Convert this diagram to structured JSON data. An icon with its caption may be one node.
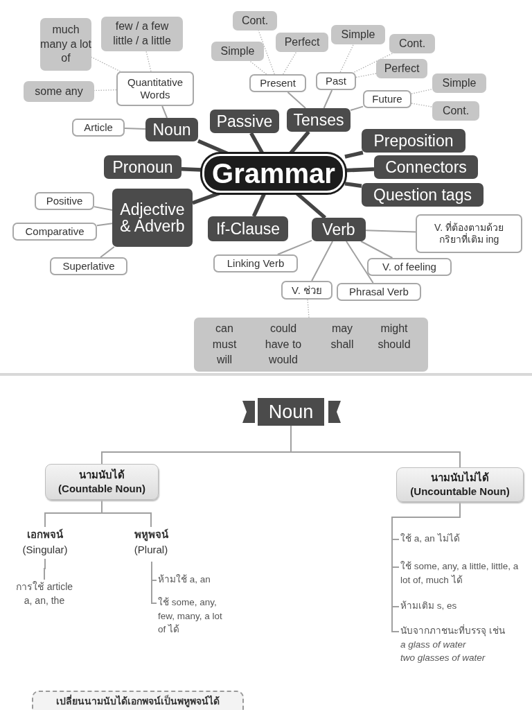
{
  "diagram": {
    "nodes": [
      {
        "text": [
          "Grammar"
        ]
      },
      {
        "text": [
          "Noun"
        ]
      },
      {
        "text": [
          "Passive"
        ]
      },
      {
        "text": [
          "Tenses"
        ]
      },
      {
        "text": [
          "Pronoun"
        ]
      },
      {
        "text": [
          "Adjective & Adverb"
        ]
      },
      {
        "text": [
          "If-Clause"
        ]
      },
      {
        "text": [
          "Verb"
        ]
      },
      {
        "text": [
          "Preposition"
        ]
      },
      {
        "text": [
          "Connectors"
        ]
      },
      {
        "text": [
          "Question tags"
        ]
      },
      {
        "text": [
          "Article"
        ]
      },
      {
        "text": [
          "Quantitative Words"
        ]
      },
      {
        "text": [
          "much many a lot of"
        ]
      },
      {
        "text": [
          "few / a few little / a little"
        ]
      },
      {
        "text": [
          "some any"
        ]
      },
      {
        "text": [
          "Present"
        ]
      },
      {
        "text": [
          "Past"
        ]
      },
      {
        "text": [
          "Future"
        ]
      },
      {
        "text": [
          "Cont."
        ]
      },
      {
        "text": [
          "Simple"
        ]
      },
      {
        "text": [
          "Perfect"
        ]
      },
      {
        "text": [
          "Simple"
        ]
      },
      {
        "text": [
          "Cont."
        ]
      },
      {
        "text": [
          "Perfect"
        ]
      },
      {
        "text": [
          "Simple"
        ]
      },
      {
        "text": [
          "Cont."
        ]
      },
      {
        "text": [
          "Positive"
        ]
      },
      {
        "text": [
          "Comparative"
        ]
      },
      {
        "text": [
          "Superlative"
        ]
      },
      {
        "text": [
          "Linking Verb"
        ]
      },
      {
        "text": [
          "V. ช่วย"
        ]
      },
      {
        "text": [
          "Phrasal Verb"
        ]
      },
      {
        "text": [
          "V. of feeling"
        ]
      },
      {
        "text": [
          "V. ที่ต้องตามด้วย กริยาที่เติม ing"
        ]
      },
      {
        "text": [
          "can",
          "could",
          "may",
          "might",
          "must",
          "have to",
          "shall",
          "should",
          "will",
          "would"
        ]
      },
      {
        "text": [
          "Noun"
        ]
      },
      {
        "text": [
          "นามนับได้",
          "(Countable Noun)"
        ]
      },
      {
        "text": [
          "นามนับไม่ได้",
          "(Uncountable Noun)"
        ]
      },
      {
        "text": [
          "เอกพจน์",
          "(Singular)"
        ]
      },
      {
        "text": [
          "พหูพจน์",
          "(Plural)"
        ]
      },
      {
        "text": [
          "การใช้ article a, an, the"
        ]
      },
      {
        "text": [
          "ห้ามใช้ a, an"
        ]
      },
      {
        "text": [
          "ใช้ some, any, few, many, a lot of ได้"
        ]
      },
      {
        "text": [
          "ใช้ a, an ไม่ได้"
        ]
      },
      {
        "text": [
          "ใช้ some, any, a little, little, a lot of, much ได้"
        ]
      },
      {
        "text": [
          "ห้ามเติม s, es"
        ]
      },
      {
        "text": [
          "นับจากภาชนะที่บรรจุ เช่น",
          "a glass of water",
          "two glasses of water"
        ]
      },
      {
        "text": [
          "เปลี่ยนนามนับได้เอกพจน์เป็นพหูพจน์ได้"
        ]
      }
    ],
    "edges": [
      {
        "from": 0,
        "to": 1,
        "arrow": "none",
        "style": "thick",
        "color": "#444444"
      },
      {
        "from": 0,
        "to": 2,
        "arrow": "none",
        "style": "thick",
        "color": "#444444"
      },
      {
        "from": 0,
        "to": 3,
        "arrow": "none",
        "style": "thick",
        "color": "#444444"
      },
      {
        "from": 0,
        "to": 4,
        "arrow": "none",
        "style": "thick",
        "color": "#444444"
      },
      {
        "from": 0,
        "to": 5,
        "arrow": "none",
        "style": "thick",
        "color": "#444444"
      },
      {
        "from": 0,
        "to": 6,
        "arrow": "none",
        "style": "thick",
        "color": "#444444"
      },
      {
        "from": 0,
        "to": 7,
        "arrow": "none",
        "style": "thick",
        "color": "#444444"
      },
      {
        "from": 0,
        "to": 8,
        "arrow": "none",
        "style": "thick",
        "color": "#444444"
      },
      {
        "from": 0,
        "to": 9,
        "arrow": "none",
        "style": "thick",
        "color": "#444444"
      },
      {
        "from": 0,
        "to": 10,
        "arrow": "none",
        "style": "thick",
        "color": "#444444"
      },
      {
        "from": 1,
        "to": 11,
        "arrow": "none"
      },
      {
        "from": 1,
        "to": 12,
        "arrow": "none"
      },
      {
        "from": 12,
        "to": 13,
        "arrow": "none",
        "style": "dashed"
      },
      {
        "from": 12,
        "to": 14,
        "arrow": "none",
        "style": "dashed"
      },
      {
        "from": 12,
        "to": 15,
        "arrow": "none",
        "style": "dashed"
      },
      {
        "from": 3,
        "to": 16,
        "arrow": "none"
      },
      {
        "from": 3,
        "to": 17,
        "arrow": "none"
      },
      {
        "from": 3,
        "to": 18,
        "arrow": "none"
      },
      {
        "from": 16,
        "to": 19,
        "arrow": "none",
        "style": "dashed"
      },
      {
        "from": 16,
        "to": 20,
        "arrow": "none",
        "style": "dashed"
      },
      {
        "from": 16,
        "to": 21,
        "arrow": "none",
        "style": "dashed"
      },
      {
        "from": 17,
        "to": 22,
        "arrow": "none",
        "style": "dashed"
      },
      {
        "from": 17,
        "to": 23,
        "arrow": "none",
        "style": "dashed"
      },
      {
        "from": 17,
        "to": 24,
        "arrow": "none",
        "style": "dashed"
      },
      {
        "from": 18,
        "to": 25,
        "arrow": "none",
        "style": "dashed"
      },
      {
        "from": 18,
        "to": 26,
        "arrow": "none",
        "style": "dashed"
      },
      {
        "from": 5,
        "to": 27,
        "arrow": "none"
      },
      {
        "from": 5,
        "to": 28,
        "arrow": "none"
      },
      {
        "from": 5,
        "to": 29,
        "arrow": "none"
      },
      {
        "from": 7,
        "to": 30,
        "arrow": "none"
      },
      {
        "from": 7,
        "to": 31,
        "arrow": "none"
      },
      {
        "from": 7,
        "to": 32,
        "arrow": "none"
      },
      {
        "from": 7,
        "to": 33,
        "arrow": "none"
      },
      {
        "from": 7,
        "to": 34,
        "arrow": "none"
      },
      {
        "from": 31,
        "to": 35,
        "arrow": "none",
        "style": "dashed"
      },
      {
        "from": 36,
        "to": 37,
        "arrow": "none"
      },
      {
        "from": 36,
        "to": 38,
        "arrow": "none"
      },
      {
        "from": 37,
        "to": 39,
        "arrow": "none"
      },
      {
        "from": 37,
        "to": 40,
        "arrow": "none"
      },
      {
        "from": 39,
        "to": 41,
        "arrow": "none"
      },
      {
        "from": 40,
        "to": 42,
        "arrow": "none"
      },
      {
        "from": 40,
        "to": 43,
        "arrow": "none"
      },
      {
        "from": 38,
        "to": 44,
        "arrow": "none"
      },
      {
        "from": 38,
        "to": 45,
        "arrow": "none"
      },
      {
        "from": 38,
        "to": 46,
        "arrow": "none"
      },
      {
        "from": 38,
        "to": 47,
        "arrow": "none"
      }
    ]
  }
}
